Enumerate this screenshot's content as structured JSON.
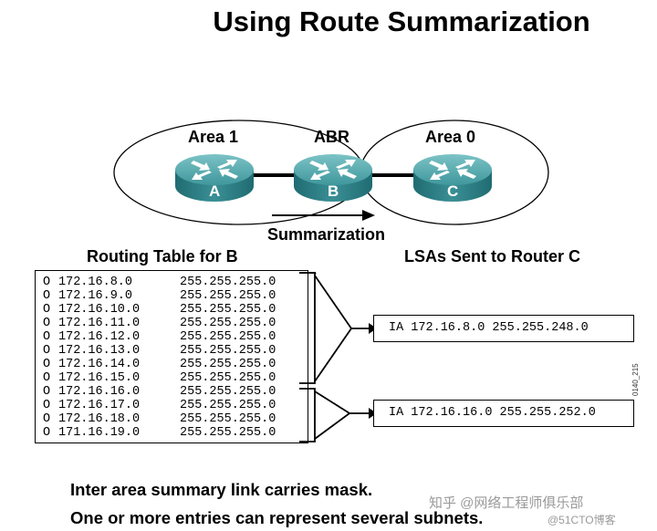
{
  "title": "Using Route Summarization",
  "diagram": {
    "area_left": "Area 1",
    "abr": "ABR",
    "area_right": "Area 0",
    "routers": [
      "A",
      "B",
      "C"
    ],
    "summarization_label": "Summarization"
  },
  "routing_table": {
    "heading": "Routing Table for B",
    "rows": [
      {
        "code": "O",
        "network": "172.16.8.0",
        "mask": "255.255.255.0"
      },
      {
        "code": "O",
        "network": "172.16.9.0",
        "mask": "255.255.255.0"
      },
      {
        "code": "O",
        "network": "172.16.10.0",
        "mask": "255.255.255.0"
      },
      {
        "code": "O",
        "network": "172.16.11.0",
        "mask": "255.255.255.0"
      },
      {
        "code": "O",
        "network": "172.16.12.0",
        "mask": "255.255.255.0"
      },
      {
        "code": "O",
        "network": "172.16.13.0",
        "mask": "255.255.255.0"
      },
      {
        "code": "O",
        "network": "172.16.14.0",
        "mask": "255.255.255.0"
      },
      {
        "code": "O",
        "network": "172.16.15.0",
        "mask": "255.255.255.0"
      },
      {
        "code": "O",
        "network": "172.16.16.0",
        "mask": "255.255.255.0"
      },
      {
        "code": "O",
        "network": "172.16.17.0",
        "mask": "255.255.255.0"
      },
      {
        "code": "O",
        "network": "172.16.18.0",
        "mask": "255.255.255.0"
      },
      {
        "code": "O",
        "network": "171.16.19.0",
        "mask": "255.255.255.0"
      }
    ]
  },
  "lsas": {
    "heading": "LSAs Sent to Router C",
    "entries": [
      "IA 172.16.8.0 255.255.248.0",
      "IA 172.16.16.0 255.255.252.0"
    ]
  },
  "figure_id": "0140_215",
  "notes": [
    "Inter area summary link carries mask.",
    "One or more entries can represent several subnets."
  ],
  "watermark": {
    "line1": "知乎 @网络工程师俱乐部",
    "line2": "@51CTO博客"
  },
  "colors": {
    "router_top": "#4fa3a8",
    "router_side": "#2d7d83",
    "ink": "#000000"
  }
}
